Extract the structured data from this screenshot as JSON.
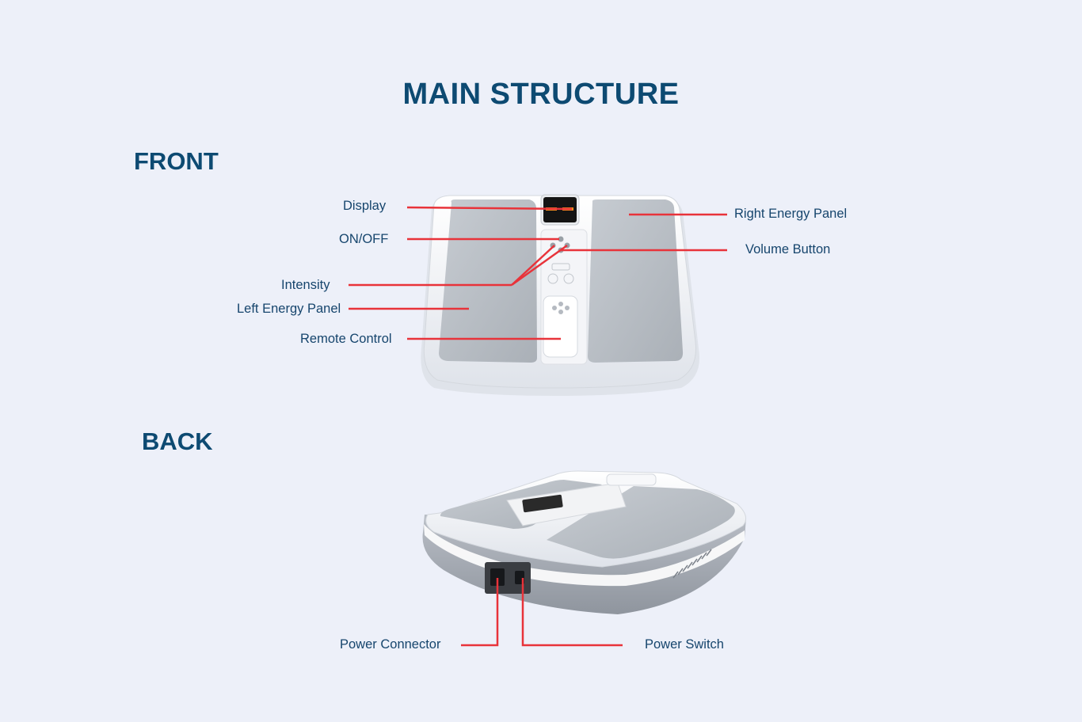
{
  "title": "MAIN STRUCTURE",
  "sections": {
    "front": "FRONT",
    "back": "BACK"
  },
  "front_labels": {
    "display": "Display",
    "on_off": "ON/OFF",
    "intensity": "Intensity",
    "left_energy_panel": "Left Energy Panel",
    "remote_control": "Remote Control",
    "right_energy_panel": "Right Energy Panel",
    "volume_button": "Volume Button"
  },
  "back_labels": {
    "power_connector": "Power Connector",
    "power_switch": "Power Switch"
  },
  "colors": {
    "background": "#edf0f9",
    "heading": "#0d4a72",
    "label_text": "#16456d",
    "callout_line": "#e8333a"
  }
}
